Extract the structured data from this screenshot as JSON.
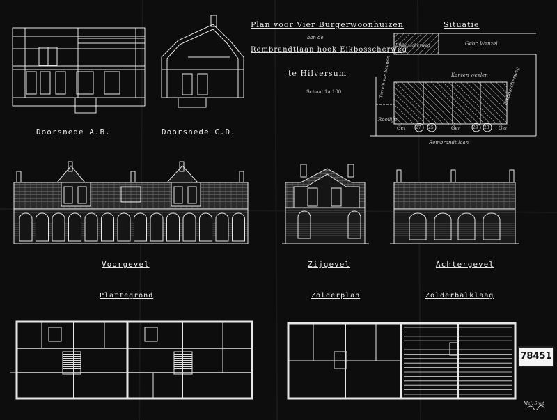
{
  "title": {
    "line1": "Plan voor Vier Burgerwoonhuizen",
    "line2": "aan de",
    "line3": "Rembrandtlaan hoek Eikbosscherweg",
    "line4": "te Hilversum",
    "scale": "Schaal 1a 100"
  },
  "situatie": {
    "heading": "Situatie",
    "labels": [
      "Gebr. Wenzel",
      "Eikbosscherweg",
      "Rembrandt laan",
      "Eikbosscherweg",
      "Kanten weelen",
      "Terrein van Bouwen",
      "Rooilijn"
    ],
    "lot_numbers": [
      "27",
      "25",
      "29",
      "23"
    ],
    "lot_prefix": "Ger"
  },
  "labels": {
    "doorsnede_ab": "Doorsnede A.B.",
    "doorsnede_cd": "Doorsnede C.D.",
    "voorgevel": "Voorgevel",
    "zijgevel": "Zijgevel",
    "achtergevel": "Achtergevel",
    "plattegrond": "Plattegrond",
    "zolderplan": "Zolderplan",
    "zolderbalklaag": "Zolderbalklaag"
  },
  "stamp": "78451",
  "signature": "Mel. Smit",
  "colors": {
    "paper": "#0d0d0d",
    "ink": "#e9e9e9",
    "stamp_bg": "#f4f4f4"
  }
}
